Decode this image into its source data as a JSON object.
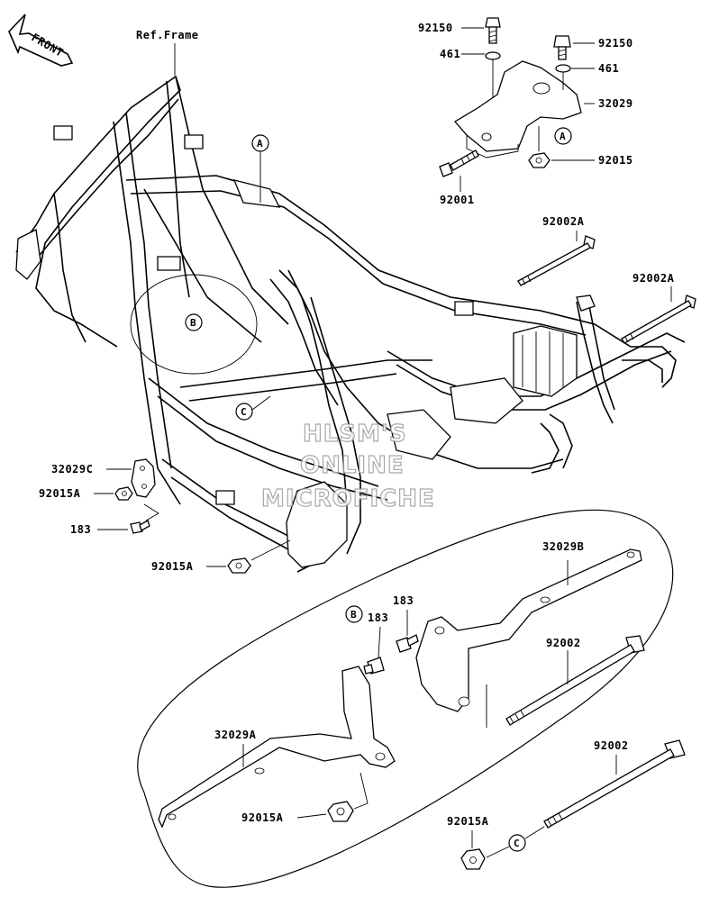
{
  "orientation": {
    "label": "FRONT",
    "icon": "front-arrow-icon"
  },
  "reference": {
    "label": "Ref.Frame"
  },
  "callouts": {
    "a": "A",
    "b": "B",
    "c": "C"
  },
  "watermark": {
    "lines": [
      "HLSM'S",
      "ONLINE",
      "MICROFICHE"
    ]
  },
  "parts": {
    "bolt_92150_top": "92150",
    "bolt_92150_right": "92150",
    "washer_461_top": "461",
    "washer_461_right": "461",
    "bracket_32029": "32029",
    "nut_92015": "92015",
    "bolt_92001": "92001",
    "bolt_92002A_upper": "92002A",
    "bolt_92002A_lower": "92002A",
    "bracket_32029C": "32029C",
    "nut_92015A_left": "92015A",
    "bolt_183_left": "183",
    "nut_92015A_bottom": "92015A",
    "bracket_32029B": "32029B",
    "bolt_183_upper": "183",
    "bolt_183_lower": "183",
    "bolt_92002_upper": "92002",
    "bracket_32029A": "32029A",
    "nut_92015A_detail": "92015A",
    "bolt_92002_lower": "92002",
    "nut_92015A_lower": "92015A"
  }
}
